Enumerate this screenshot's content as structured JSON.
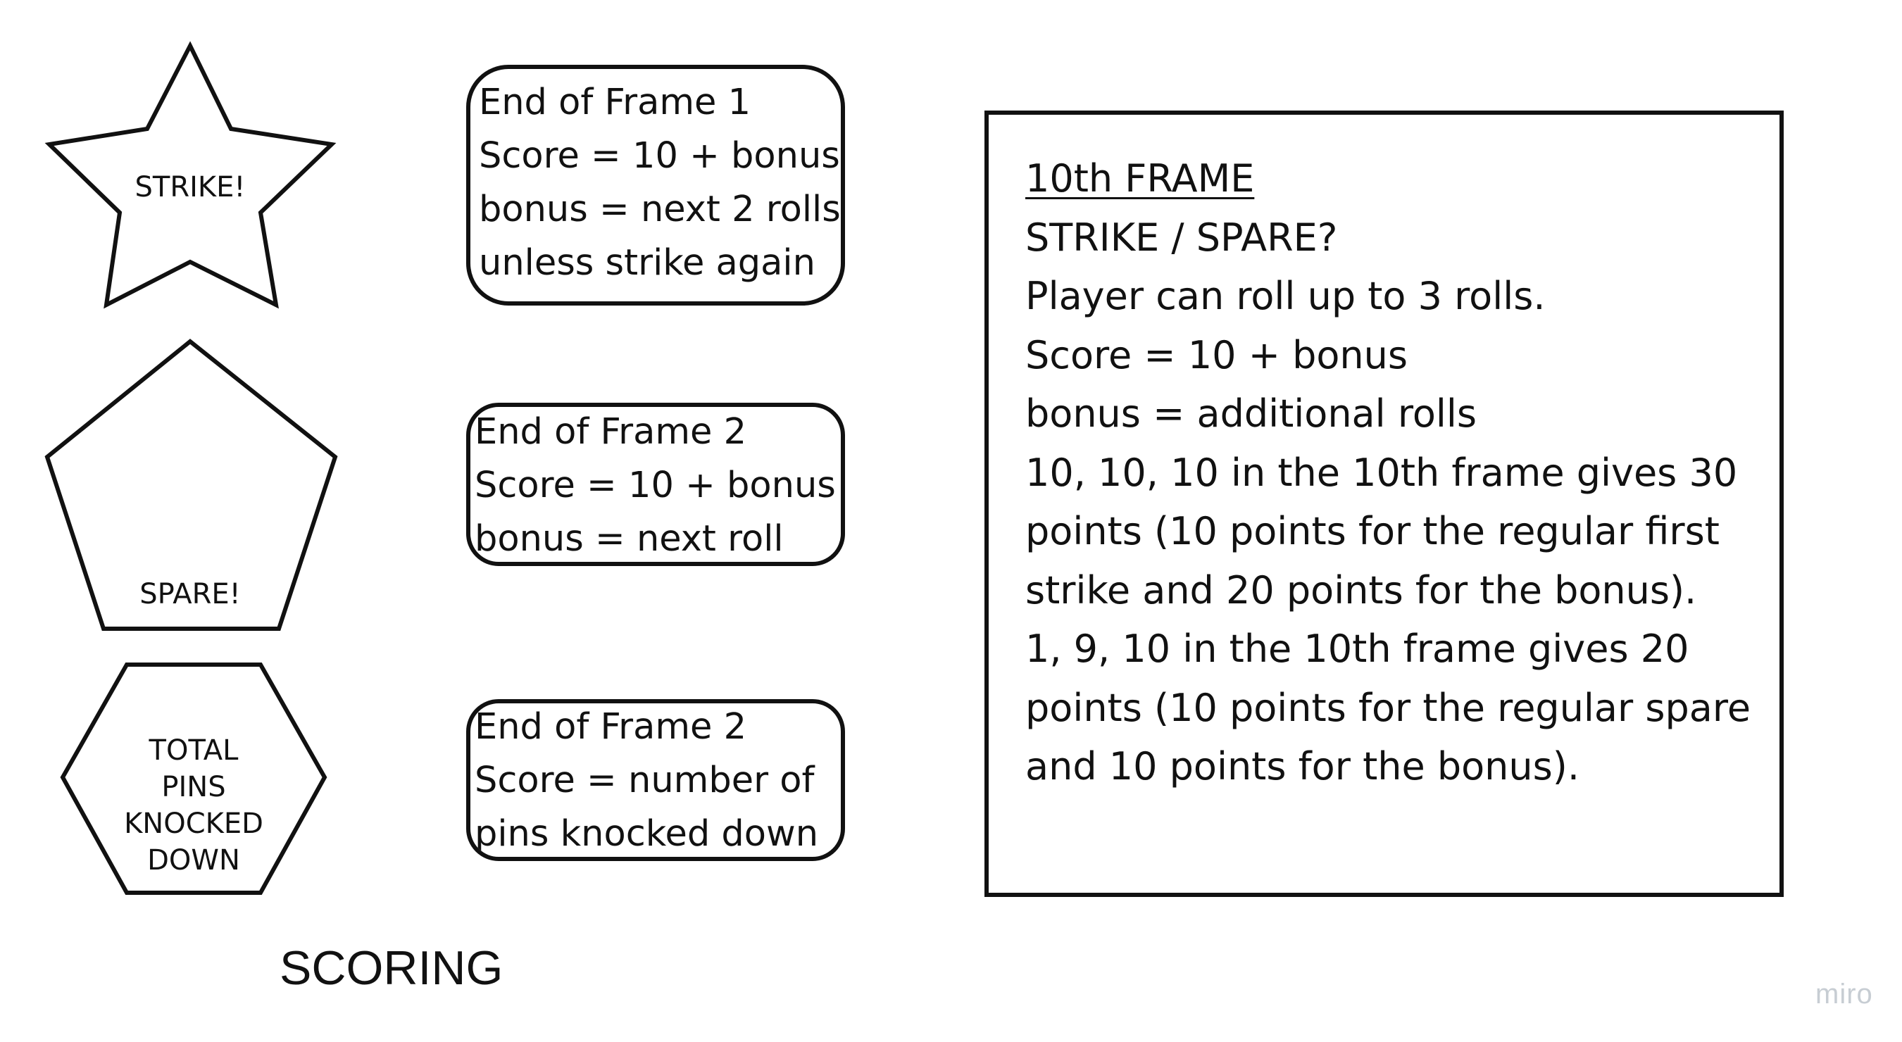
{
  "shapes": {
    "star": {
      "label": "STRIKE!"
    },
    "pentagon": {
      "label": "SPARE!"
    },
    "hexagon": {
      "label_lines": [
        "TOTAL",
        "PINS",
        "KNOCKED",
        "DOWN"
      ]
    }
  },
  "cards": [
    {
      "lines": [
        "End of Frame 1",
        "Score = 10 + bonus",
        "bonus = next 2 rolls",
        "unless strike again"
      ]
    },
    {
      "lines": [
        "End of Frame 2",
        "Score = 10 + bonus",
        "bonus = next roll"
      ]
    },
    {
      "lines": [
        "End of Frame 2",
        "Score = number of",
        "pins knocked down"
      ]
    }
  ],
  "tenth_frame": {
    "title": "10th FRAME",
    "lines": [
      "STRIKE / SPARE?",
      "Player can roll up to 3 rolls.",
      "Score = 10 + bonus",
      "bonus = additional rolls"
    ],
    "example_1": "10, 10, 10 in the 10th frame gives 30 points (10 points for the regular first strike and 20 points for the bonus).",
    "example_2": "1, 9, 10 in the 10th frame gives 20 points (10 points for the regular spare and 10 points for the bonus)."
  },
  "footer": {
    "title": "SCORING",
    "watermark": "miro"
  }
}
